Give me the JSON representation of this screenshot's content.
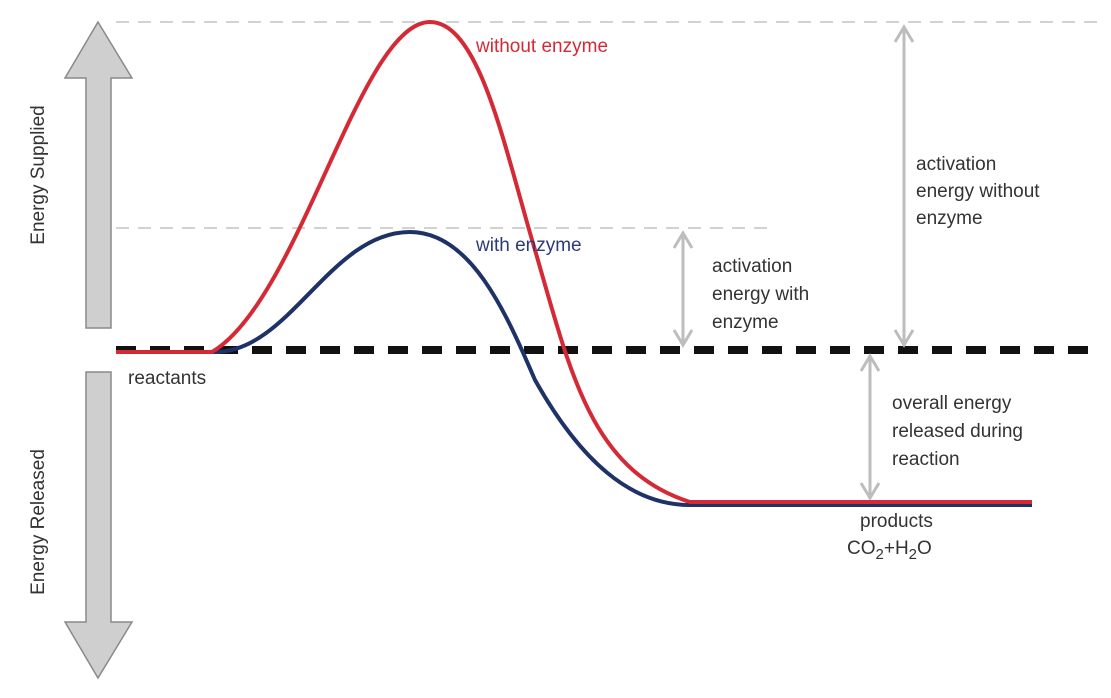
{
  "axis": {
    "supplied_label": "Energy Supplied",
    "released_label": "Energy Released"
  },
  "curves": {
    "without_enzyme": "without enzyme",
    "with_enzyme": "with enzyme"
  },
  "labels": {
    "reactants": "reactants",
    "products_line1": "products",
    "products_formula_co": "CO",
    "products_formula_2a": "2",
    "products_formula_mid": "+H",
    "products_formula_2b": "2",
    "products_formula_o": "O"
  },
  "annotations": {
    "act_without": [
      "activation",
      "energy without",
      "enzyme"
    ],
    "act_with": [
      "activation",
      "energy with",
      "enzyme"
    ],
    "overall": [
      "overall energy",
      "released during",
      "reaction"
    ]
  },
  "colors": {
    "without_enzyme": "#d42a36",
    "with_enzyme": "#1f3268",
    "baseline": "#111111",
    "guide": "#c0c0c0",
    "arrow": "#bdbdbd"
  }
}
